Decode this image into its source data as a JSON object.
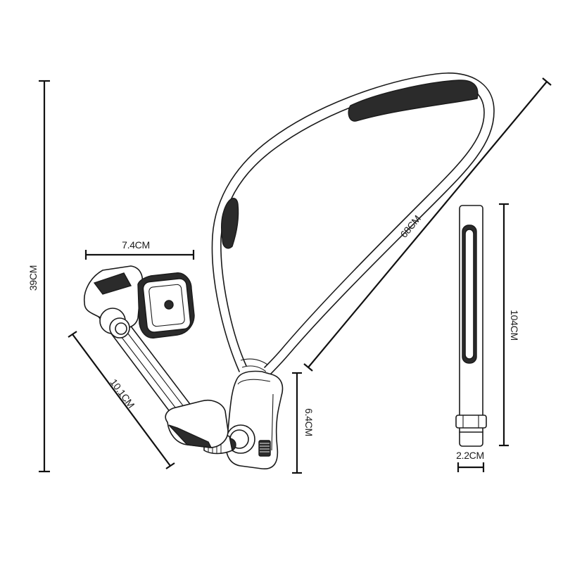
{
  "dimensions": {
    "total_height": "39CM",
    "arm_length": "68CM",
    "clamp_width": "7.4CM",
    "clamp_length": "10.1CM",
    "clip_height": "6.4CM",
    "side_length": "104CM",
    "side_thickness": "2.2CM"
  }
}
